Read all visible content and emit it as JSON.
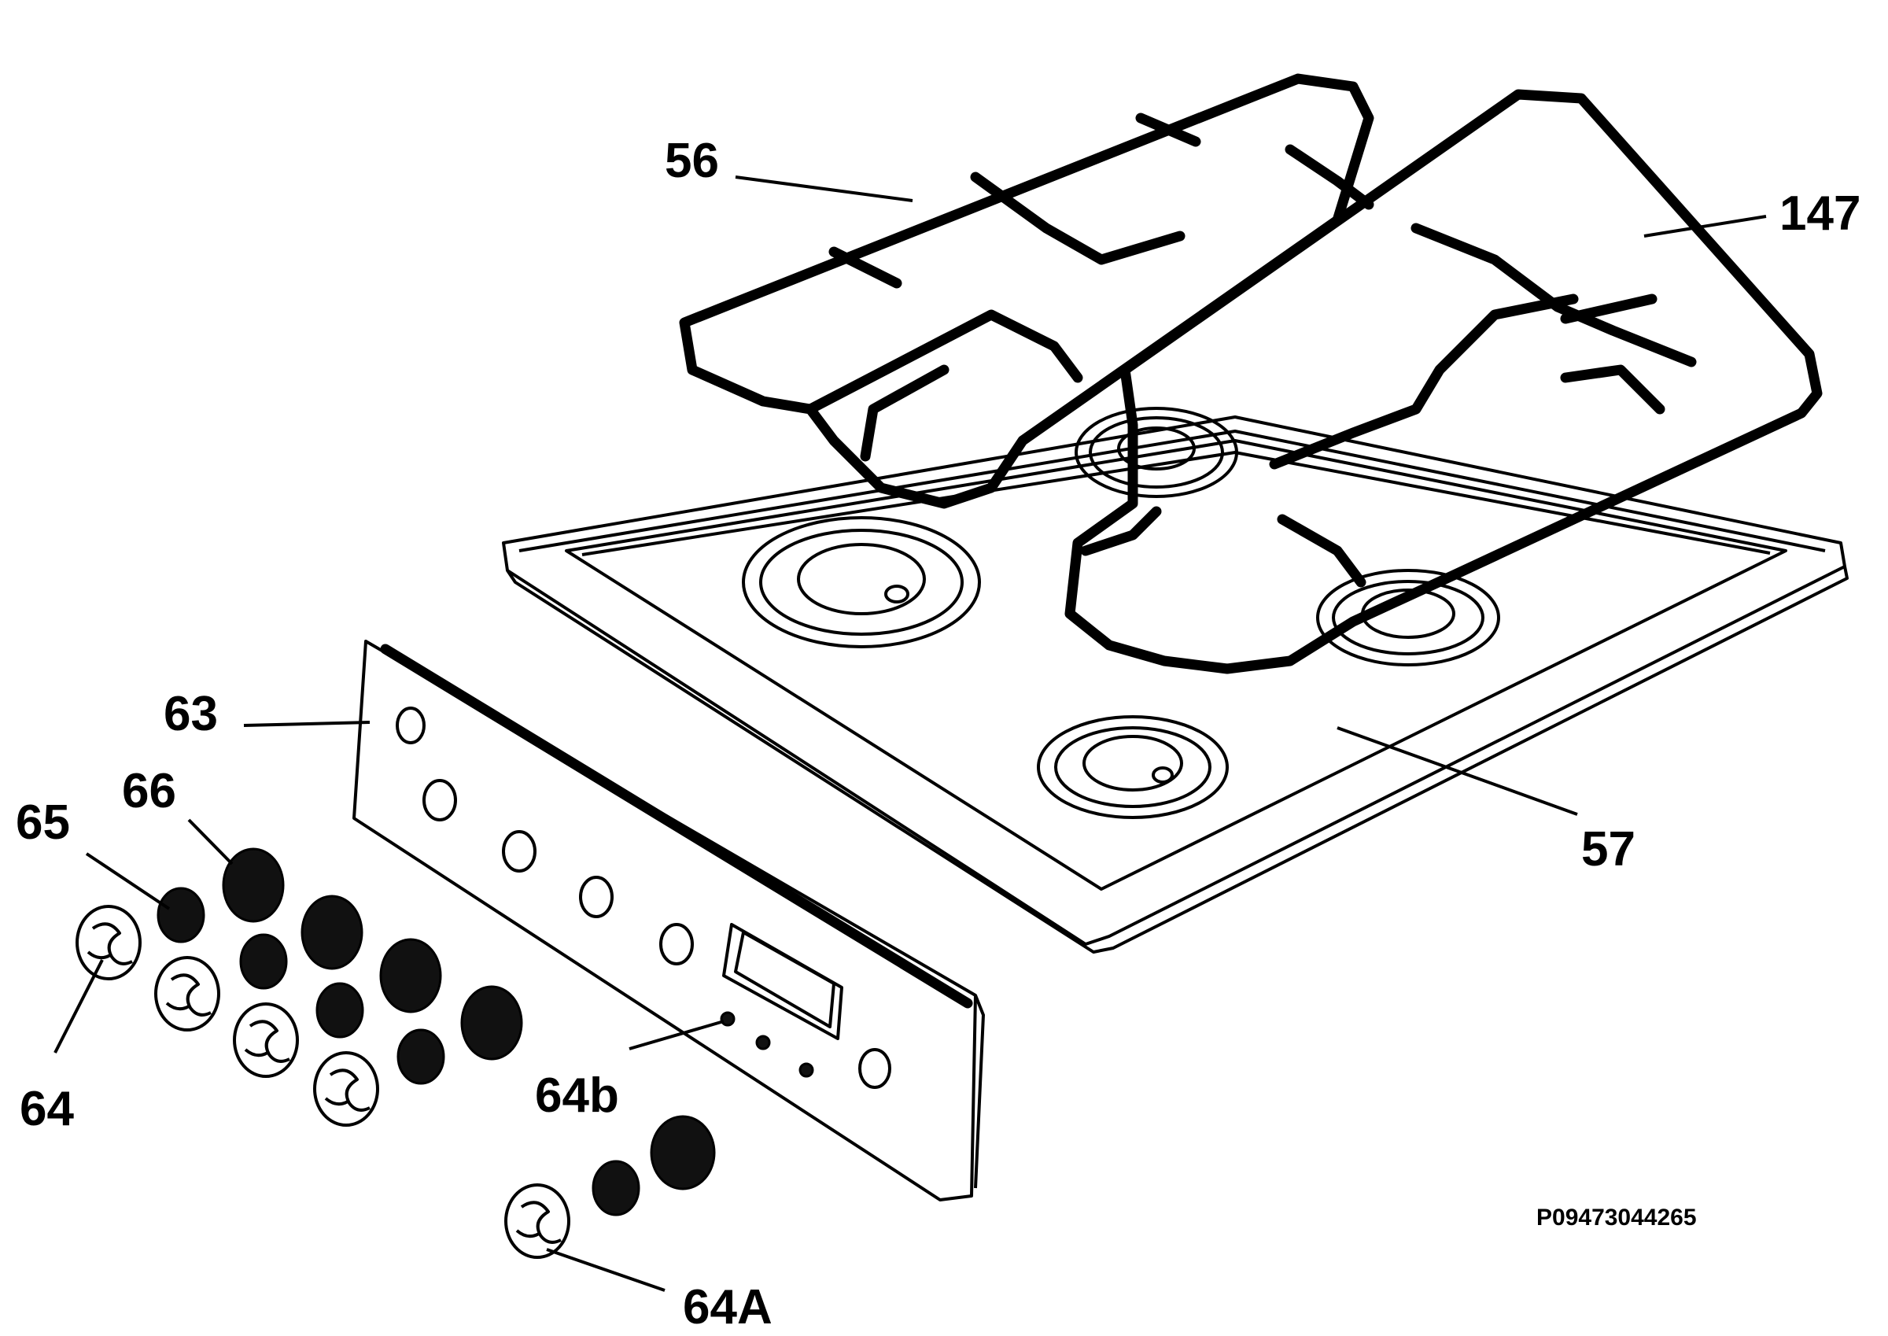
{
  "diagram": {
    "reference_code": "P09473044265",
    "callouts": {
      "grid_left": "56",
      "grid_right": "147",
      "hob_top": "57",
      "control_panel": "63",
      "knob_cap": "66",
      "knob_spring": "65",
      "knob": "64",
      "knob_b": "64b",
      "knob_a": "64A"
    }
  }
}
